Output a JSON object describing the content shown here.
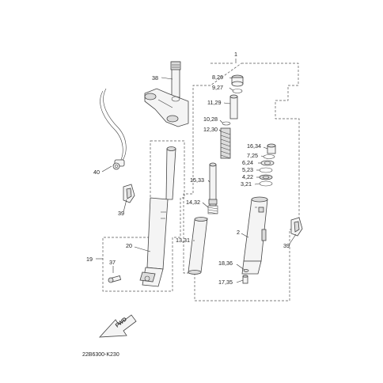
{
  "diagram": {
    "callouts": {
      "c1": "1",
      "c8_26": "8,26",
      "c9_27": "9,27",
      "c11_29": "11,29",
      "c10_28": "10,28",
      "c12_30": "12,30",
      "c16_34": "16,34",
      "c7_25": "7,25",
      "c6_24": "6,24",
      "c5_23": "5,23",
      "c4_22": "4,22",
      "c3_21": "3,21",
      "c15_33": "15,33",
      "c14_32": "14,32",
      "c13_31": "13,31",
      "c2": "2",
      "c18_36": "18,36",
      "c17_35": "17,35",
      "c38": "38",
      "c40": "40",
      "c39_left": "39",
      "c39_right": "39",
      "c20": "20",
      "c19": "19",
      "c37": "37"
    },
    "fwd_label": "FWD",
    "drawing_code": "22B6300-K230"
  },
  "colors": {
    "line": "#444444",
    "fill_light": "#f4f4f4",
    "fill_dark": "#dcdcdc"
  }
}
